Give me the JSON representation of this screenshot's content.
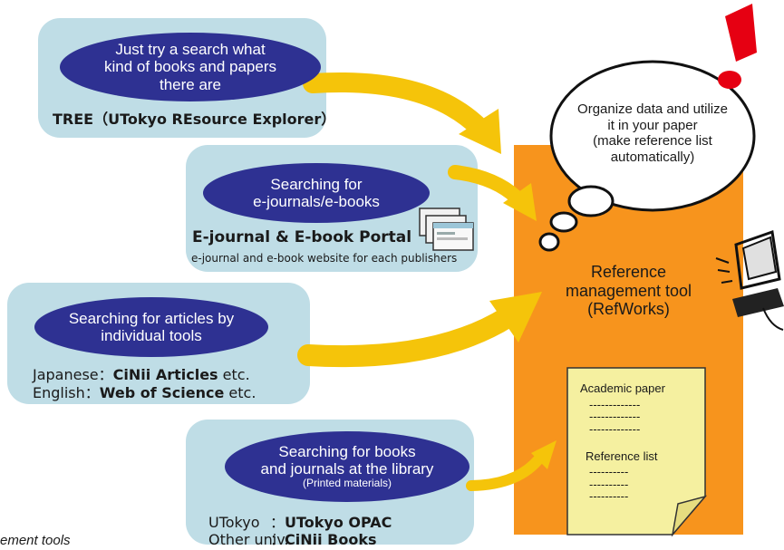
{
  "panels": {
    "tree": {
      "oval_lines": [
        "Just try a search what",
        "kind of books and papers",
        "there are"
      ],
      "caption": "TREE（UTokyo REsource Explorer）"
    },
    "ejournal": {
      "oval_lines": [
        "Searching for",
        "e-journals/e-books"
      ],
      "portal_title": "E-journal & E-book Portal",
      "portal_subtitle": "e-journal and e-book website for each publishers"
    },
    "articles": {
      "oval_lines": [
        "Searching for articles by",
        "individual tools"
      ],
      "row1_label": "Japanese：",
      "row1_tool": "CiNii Articles",
      "row1_suffix": " etc.",
      "row2_label": "English：",
      "row2_tool": "Web of Science",
      "row2_suffix": " etc."
    },
    "library": {
      "oval_lines": [
        "Searching for books",
        "and journals at the library"
      ],
      "oval_small": "(Printed materials)",
      "row1_label": "UTokyo",
      "row1_sep": "：",
      "row1_tool": "UTokyo OPAC",
      "row2_label": "Other univ.",
      "row2_sep": "：",
      "row2_tool": "CiNii Books"
    }
  },
  "thought_bubble": {
    "lines": [
      "Organize data and utilize",
      "it in your paper",
      "(make reference list",
      "automatically)"
    ]
  },
  "refworks": {
    "lines": [
      "Reference",
      "management tool",
      "(RefWorks)"
    ]
  },
  "paper": {
    "title": "Academic paper",
    "dashes": [
      "-------------",
      "-------------",
      "-------------"
    ],
    "ref_title": "Reference list",
    "ref_dashes": [
      "----------",
      "----------",
      "----------"
    ]
  },
  "footer_fragment": "ement tools",
  "colors": {
    "panel": "#bfdde6",
    "oval": "#2e3192",
    "arrow": "#f5c40a",
    "refworks_box": "#f7941d",
    "exclamation": "#e60012",
    "paper": "#f5f0a0"
  },
  "icons": [
    "exclamation-icon",
    "computer-icon",
    "browser-windows-icon"
  ]
}
